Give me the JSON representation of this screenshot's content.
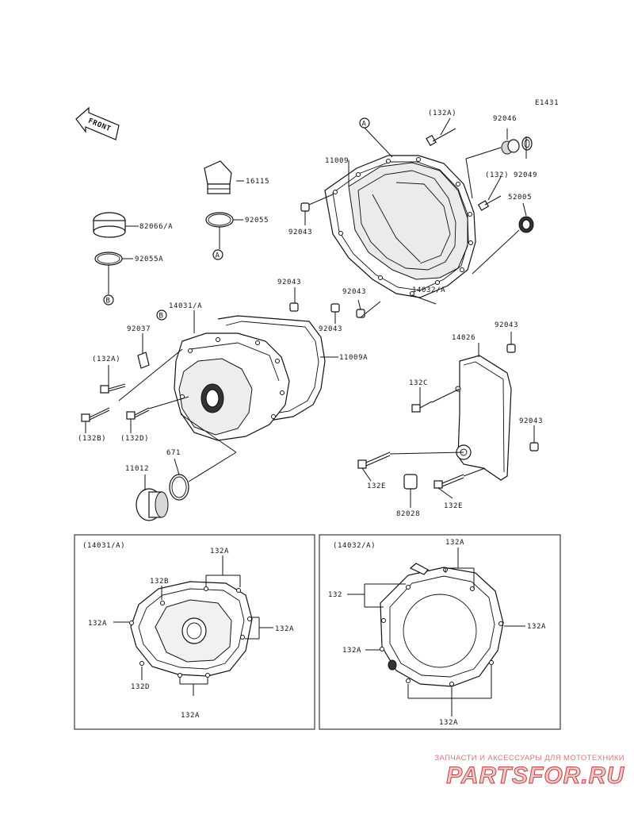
{
  "diagram": {
    "code": "E1431",
    "front_label": "FRONT",
    "callouts": {
      "A": "A",
      "B": "B"
    },
    "labels": {
      "p132A_top": "(132A)",
      "p92046": "92046",
      "p11009": "11009",
      "p132_top": "(132)",
      "p92049": "92049",
      "p16115": "16115",
      "p52005": "52005",
      "p92055": "92055",
      "p92043_a": "92043",
      "p82066A": "82066/A",
      "p92055A": "92055A",
      "p92043_b": "92043",
      "p92043_c": "92043",
      "p14032A": "14032/A",
      "p14031A": "14031/A",
      "p92043_d": "92043",
      "p92037": "92037",
      "p11009A": "11009A",
      "p92043_e": "92043",
      "p14026": "14026",
      "p132A_left": "(132A)",
      "p132C": "132C",
      "p132B": "(132B)",
      "p132D": "(132D)",
      "p92043_f": "92043",
      "p11012": "11012",
      "p671": "671",
      "p132E_a": "132E",
      "p82028": "82028",
      "p132E_b": "132E"
    },
    "left_box": {
      "title": "(14031/A)",
      "labels": {
        "top": "132A",
        "b": "132B",
        "left": "132A",
        "right": "132A",
        "d": "132D",
        "bottom": "132A"
      }
    },
    "right_box": {
      "title": "(14032/A)",
      "labels": {
        "top": "132A",
        "left": "132",
        "right": "132A",
        "mid_left": "132A",
        "bottom": "132A"
      }
    }
  },
  "watermark": {
    "caption": "ЗАПЧАСТИ И АКСЕССУАРЫ ДЛЯ МОТОТЕХНИКИ",
    "brand": "PARTSFOR.RU"
  }
}
